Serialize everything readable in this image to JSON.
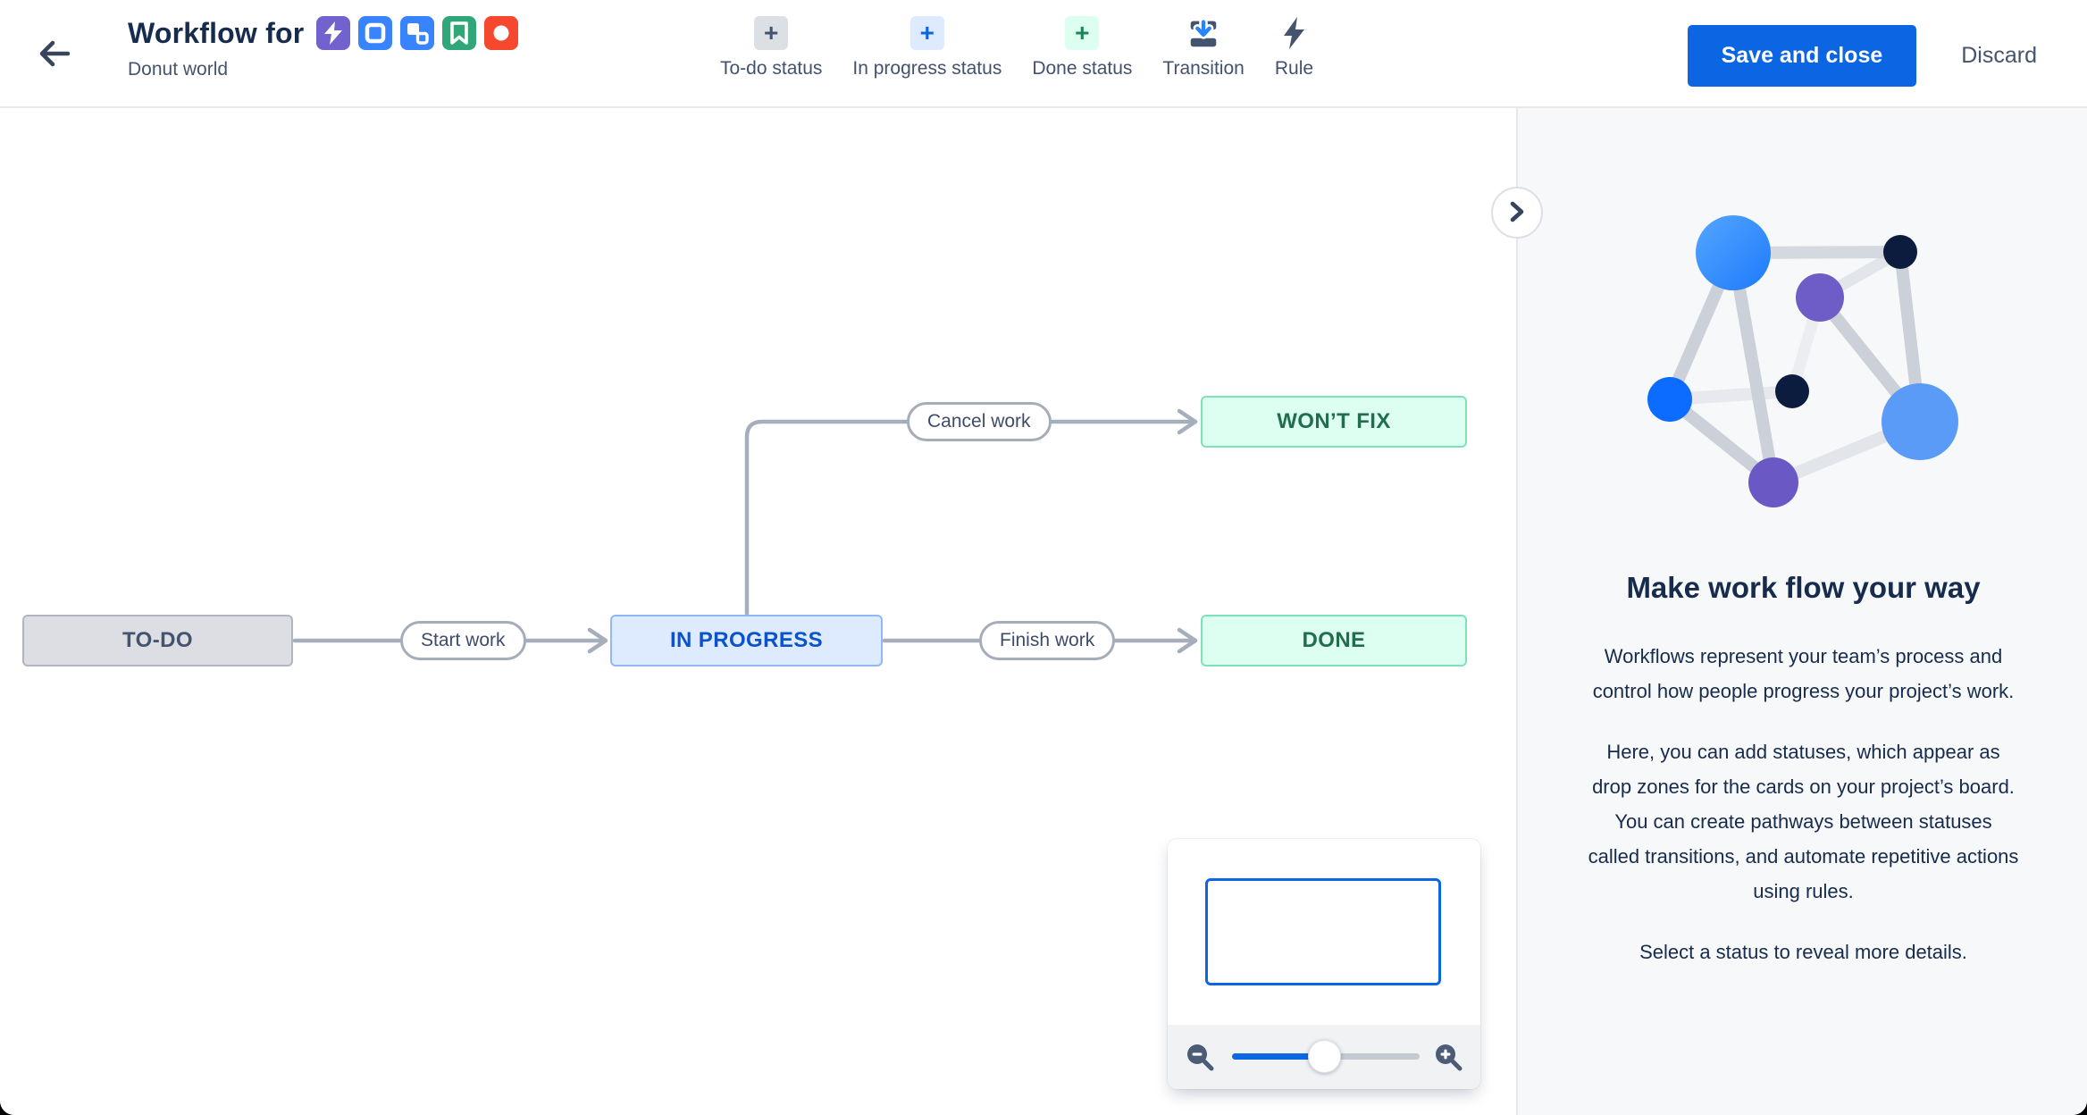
{
  "header": {
    "back_label": "Back",
    "title": "Workflow for",
    "subtitle": "Donut world",
    "issue_types": [
      "bolt",
      "story-square",
      "subtask",
      "bookmark",
      "circle"
    ],
    "save_label": "Save and close",
    "discard_label": "Discard"
  },
  "toolbar": {
    "items": [
      {
        "label": "To-do status",
        "icon": "plus",
        "variant": "todo"
      },
      {
        "label": "In progress status",
        "icon": "plus",
        "variant": "inprogress"
      },
      {
        "label": "Done status",
        "icon": "plus",
        "variant": "done"
      },
      {
        "label": "Transition",
        "icon": "transition-arrow",
        "variant": "plain"
      },
      {
        "label": "Rule",
        "icon": "lightning-bolt",
        "variant": "plain"
      }
    ],
    "plus_glyph": "+"
  },
  "diagram": {
    "statuses": [
      {
        "label": "TO-DO",
        "category": "todo"
      },
      {
        "label": "IN PROGRESS",
        "category": "in-progress"
      },
      {
        "label": "DONE",
        "category": "done"
      },
      {
        "label": "WON’T FIX",
        "category": "done"
      }
    ],
    "transitions": [
      {
        "label": "Start work",
        "from": "TO-DO",
        "to": "IN PROGRESS"
      },
      {
        "label": "Finish work",
        "from": "IN PROGRESS",
        "to": "DONE"
      },
      {
        "label": "Cancel work",
        "from": "IN PROGRESS",
        "to": "WON’T FIX"
      }
    ]
  },
  "minimap": {
    "zoom_out_icon": "magnifier-minus",
    "zoom_in_icon": "magnifier-plus",
    "slider_value_pct": 49
  },
  "panel": {
    "heading": "Make work flow your way",
    "paragraphs": [
      "Workflows represent your team’s process and control how people progress your project’s work.",
      "Here, you can add statuses, which appear as drop zones for the cards on your project’s board. You can create pathways between statuses called transitions, and automate repetitive actions using rules.",
      "Select a status to reveal more details."
    ]
  },
  "colors": {
    "accent_blue": "#0C66E4",
    "todo_gray": "#DCDEE3",
    "inprogress_blue": "#DEEBFF",
    "done_green": "#DCFFF1",
    "edge_gray": "#A6AEBB",
    "panel_bg": "#F7F8F9",
    "heading_navy": "#172B4D"
  }
}
